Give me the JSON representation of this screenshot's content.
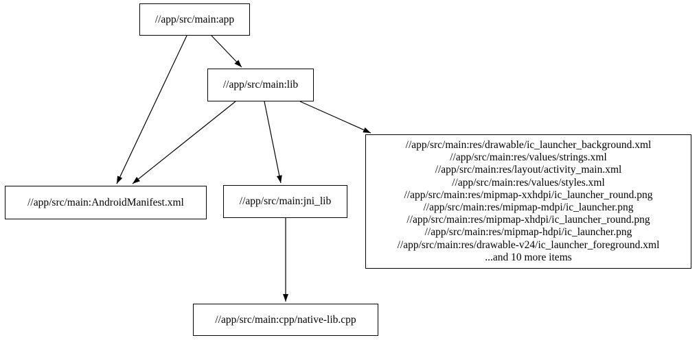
{
  "diagram": {
    "type": "directed-dependency-graph",
    "nodes": {
      "app": {
        "label": "//app/src/main:app"
      },
      "lib": {
        "label": "//app/src/main:lib"
      },
      "android_manifest": {
        "label": "//app/src/main:AndroidManifest.xml"
      },
      "jni_lib": {
        "label": "//app/src/main:jni_lib"
      },
      "res_group": {
        "lines": [
          "//app/src/main:res/drawable/ic_launcher_background.xml",
          "//app/src/main:res/values/strings.xml",
          "//app/src/main:res/layout/activity_main.xml",
          "//app/src/main:res/values/styles.xml",
          "//app/src/main:res/mipmap-xxhdpi/ic_launcher_round.png",
          "//app/src/main:res/mipmap-mdpi/ic_launcher.png",
          "//app/src/main:res/mipmap-xhdpi/ic_launcher_round.png",
          "//app/src/main:res/mipmap-hdpi/ic_launcher.png",
          "//app/src/main:res/drawable-v24/ic_launcher_foreground.xml",
          "...and 10 more items"
        ]
      },
      "native_lib_cpp": {
        "label": "//app/src/main:cpp/native-lib.cpp"
      }
    },
    "edges": [
      {
        "from": "//app/src/main:app",
        "to": "//app/src/main:lib"
      },
      {
        "from": "//app/src/main:app",
        "to": "//app/src/main:AndroidManifest.xml"
      },
      {
        "from": "//app/src/main:lib",
        "to": "//app/src/main:AndroidManifest.xml"
      },
      {
        "from": "//app/src/main:lib",
        "to": "//app/src/main:jni_lib"
      },
      {
        "from": "//app/src/main:lib",
        "to": "res_group"
      },
      {
        "from": "//app/src/main:jni_lib",
        "to": "//app/src/main:cpp/native-lib.cpp"
      }
    ],
    "colors": {
      "background": "#ffffff",
      "node_fill": "#ffffff",
      "node_border": "#000000",
      "edge": "#000000",
      "text": "#000000"
    }
  }
}
